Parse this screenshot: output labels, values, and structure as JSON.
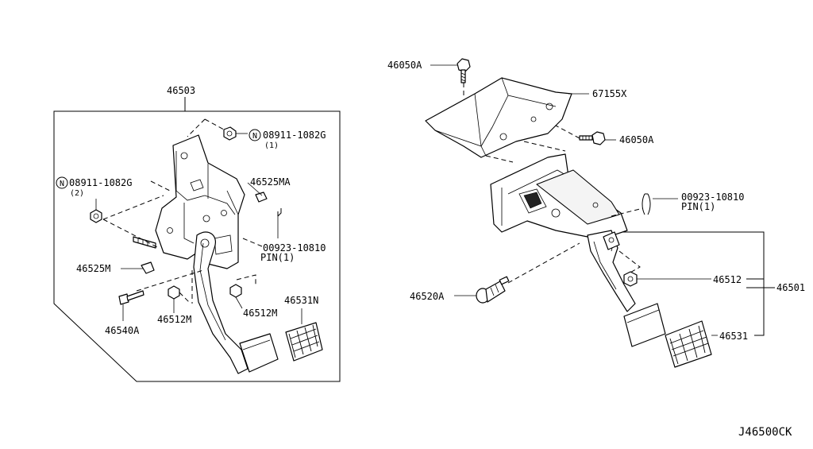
{
  "labels": {
    "left_assembly": "46503",
    "nut_part_top": "08911-1082G",
    "nut_qty_top": "(1)",
    "nut_part_left": "08911-1082G",
    "nut_qty_left": "(2)",
    "stopper_upper_left": "46525MA",
    "pin_part_left": "00923-10810",
    "pin_qty_left": "PIN(1)",
    "stopper_left": "46525M",
    "bolt_left": "46540A",
    "nut_left_a": "46512M",
    "nut_left_b": "46512M",
    "pad_left": "46531N",
    "bolt_top_right": "46050A",
    "bracket_right": "67155X",
    "bolt_mid_right": "46050A",
    "pin_part_right": "00923-10810",
    "pin_qty_right": "PIN(1)",
    "nut_right": "46512",
    "right_assembly": "46501",
    "switch_right": "46520A",
    "pad_right": "46531",
    "drawing_code": "J46500CK"
  },
  "symbols": {
    "nut_marker_top": "N",
    "nut_marker_left": "N"
  },
  "icons": {
    "nut": "hex-nut-icon",
    "bolt": "bolt-icon",
    "pin": "cotter-pin-icon",
    "pad": "pedal-pad-icon"
  }
}
